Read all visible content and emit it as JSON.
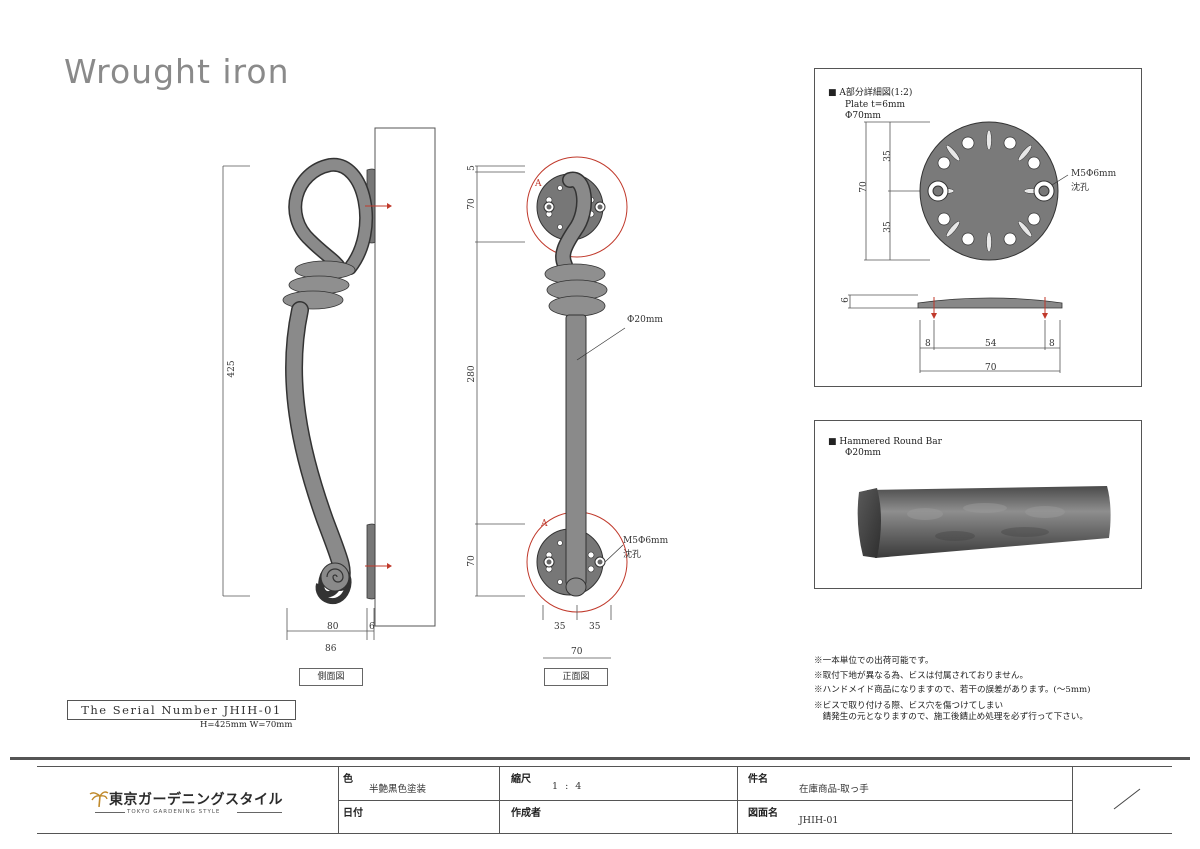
{
  "title": "Wrought iron",
  "side_view": {
    "caption": "側面図",
    "dim_height": "425",
    "dim_80": "80",
    "dim_6": "6",
    "dim_86": "86"
  },
  "front_view": {
    "caption": "正面図",
    "dim_5": "5",
    "dim_70_top": "70",
    "dim_280": "280",
    "dim_70_bottom": "70",
    "dim_35_left": "35",
    "dim_35_right": "35",
    "dim_70_width": "70",
    "label_a_top": "A",
    "label_a_bottom": "A",
    "phi_label": "Φ20mm",
    "screw_label_1": "M5Φ6mm",
    "screw_label_2": "沈孔"
  },
  "detail_a": {
    "heading": "■  A部分詳細図(1:2)",
    "plate": "Plate t=6mm",
    "diameter": "Φ70mm",
    "dim_35_top": "35",
    "dim_70": "70",
    "dim_35_bottom": "35",
    "screw_label_1": "M5Φ6mm",
    "screw_label_2": "沈孔",
    "dim_6": "6",
    "dim_8_left": "8",
    "dim_54": "54",
    "dim_8_right": "8",
    "dim_70_bottom": "70"
  },
  "hammered": {
    "heading": "■  Hammered Round Bar",
    "diameter": "Φ20mm"
  },
  "notes": [
    "※一本単位での出荷可能です。",
    "※取付下地が異なる為、ビスは付属されておりません。",
    "※ハンドメイド商品になりますので、若干の誤差があります。(～5mm)",
    "※ビスで取り付ける際、ビス穴を傷つけてしまい",
    "　錆発生の元となりますので、施工後錆止め処理を必ず行って下さい。"
  ],
  "serial": {
    "label": "The Serial Number JHIH-01",
    "size": "H=425mm W=70mm"
  },
  "title_block": {
    "company_jp": "東京ガーデニングスタイル",
    "company_en": "TOKYO GARDENING STYLE",
    "color_label": "色",
    "color_value": "半艶黒色塗装",
    "scale_label": "縮尺",
    "scale_value": "1 : 4",
    "item_label": "件名",
    "item_value": "在庫商品-取っ手",
    "date_label": "日付",
    "date_value": "",
    "author_label": "作成者",
    "author_value": "",
    "drawing_label": "図面名",
    "drawing_value": "JHIH-01"
  },
  "colors": {
    "iron": "#8c8c8c",
    "iron_dark": "#4a4a4a",
    "red": "#c0392b",
    "line": "#555555"
  }
}
